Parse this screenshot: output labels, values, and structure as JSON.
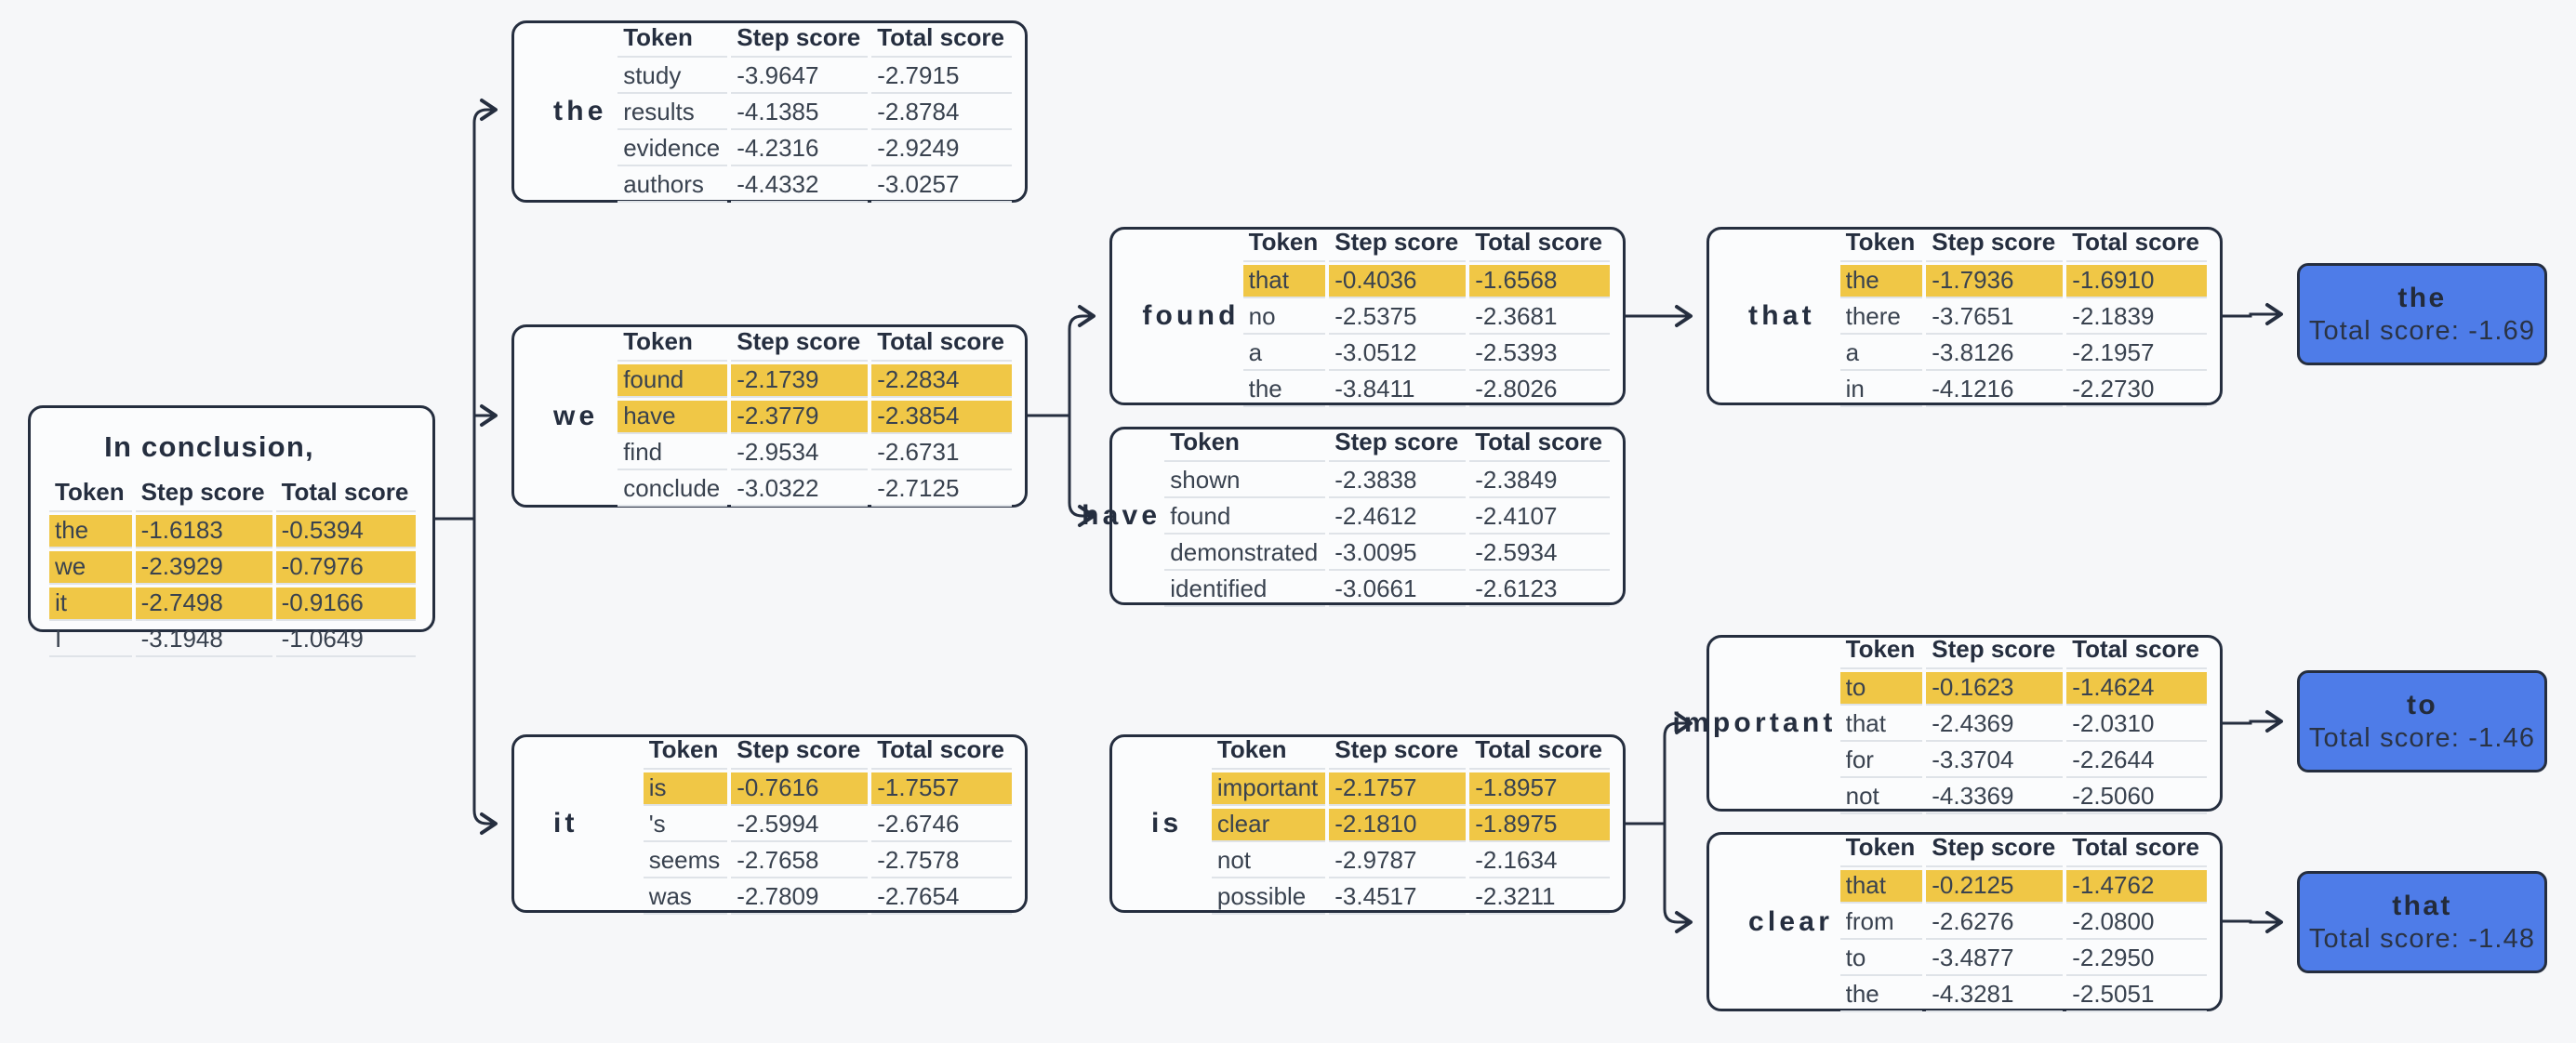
{
  "table_headers": [
    "Token",
    "Step score",
    "Total score"
  ],
  "colors": {
    "background": "#f6f7f9",
    "node_background": "#fbfcfd",
    "node_border": "#252e3f",
    "highlight_yellow": "#f0c746",
    "final_node_blue": "#4e7ce8",
    "underline_gray": "#dfe3e8"
  },
  "nodes": [
    {
      "key": "root",
      "title": "In conclusion,",
      "rows": [
        {
          "token": "the",
          "step": "-1.6183",
          "total": "-0.5394",
          "highlighted": true
        },
        {
          "token": "we",
          "step": "-2.3929",
          "total": "-0.7976",
          "highlighted": true
        },
        {
          "token": "it",
          "step": "-2.7498",
          "total": "-0.9166",
          "highlighted": true
        },
        {
          "token": "I",
          "step": "-3.1948",
          "total": "-1.0649",
          "highlighted": false
        }
      ]
    },
    {
      "key": "the",
      "label": "the",
      "rows": [
        {
          "token": "study",
          "step": "-3.9647",
          "total": "-2.7915",
          "highlighted": false
        },
        {
          "token": "results",
          "step": "-4.1385",
          "total": "-2.8784",
          "highlighted": false
        },
        {
          "token": "evidence",
          "step": "-4.2316",
          "total": "-2.9249",
          "highlighted": false
        },
        {
          "token": "authors",
          "step": "-4.4332",
          "total": "-3.0257",
          "highlighted": false
        }
      ]
    },
    {
      "key": "we",
      "label": "we",
      "rows": [
        {
          "token": "found",
          "step": "-2.1739",
          "total": "-2.2834",
          "highlighted": true
        },
        {
          "token": "have",
          "step": "-2.3779",
          "total": "-2.3854",
          "highlighted": true
        },
        {
          "token": "find",
          "step": "-2.9534",
          "total": "-2.6731",
          "highlighted": false
        },
        {
          "token": "conclude",
          "step": "-3.0322",
          "total": "-2.7125",
          "highlighted": false
        }
      ]
    },
    {
      "key": "it",
      "label": "it",
      "rows": [
        {
          "token": "is",
          "step": "-0.7616",
          "total": "-1.7557",
          "highlighted": true
        },
        {
          "token": "'s",
          "step": "-2.5994",
          "total": "-2.6746",
          "highlighted": false
        },
        {
          "token": "seems",
          "step": "-2.7658",
          "total": "-2.7578",
          "highlighted": false
        },
        {
          "token": "was",
          "step": "-2.7809",
          "total": "-2.7654",
          "highlighted": false
        }
      ]
    },
    {
      "key": "found",
      "label": "found",
      "rows": [
        {
          "token": "that",
          "step": "-0.4036",
          "total": "-1.6568",
          "highlighted": true
        },
        {
          "token": "no",
          "step": "-2.5375",
          "total": "-2.3681",
          "highlighted": false
        },
        {
          "token": "a",
          "step": "-3.0512",
          "total": "-2.5393",
          "highlighted": false
        },
        {
          "token": "the",
          "step": "-3.8411",
          "total": "-2.8026",
          "highlighted": false
        }
      ]
    },
    {
      "key": "have",
      "label": "have",
      "rows": [
        {
          "token": "shown",
          "step": "-2.3838",
          "total": "-2.3849",
          "highlighted": false
        },
        {
          "token": "found",
          "step": "-2.4612",
          "total": "-2.4107",
          "highlighted": false
        },
        {
          "token": "demonstrated",
          "step": "-3.0095",
          "total": "-2.5934",
          "highlighted": false
        },
        {
          "token": "identified",
          "step": "-3.0661",
          "total": "-2.6123",
          "highlighted": false
        }
      ]
    },
    {
      "key": "is",
      "label": "is",
      "rows": [
        {
          "token": "important",
          "step": "-2.1757",
          "total": "-1.8957",
          "highlighted": true
        },
        {
          "token": "clear",
          "step": "-2.1810",
          "total": "-1.8975",
          "highlighted": true
        },
        {
          "token": "not",
          "step": "-2.9787",
          "total": "-2.1634",
          "highlighted": false
        },
        {
          "token": "possible",
          "step": "-3.4517",
          "total": "-2.3211",
          "highlighted": false
        }
      ]
    },
    {
      "key": "that",
      "label": "that",
      "rows": [
        {
          "token": "the",
          "step": "-1.7936",
          "total": "-1.6910",
          "highlighted": true
        },
        {
          "token": "there",
          "step": "-3.7651",
          "total": "-2.1839",
          "highlighted": false
        },
        {
          "token": "a",
          "step": "-3.8126",
          "total": "-2.1957",
          "highlighted": false
        },
        {
          "token": "in",
          "step": "-4.1216",
          "total": "-2.2730",
          "highlighted": false
        }
      ]
    },
    {
      "key": "important",
      "label": "important",
      "rows": [
        {
          "token": "to",
          "step": "-0.1623",
          "total": "-1.4624",
          "highlighted": true
        },
        {
          "token": "that",
          "step": "-2.4369",
          "total": "-2.0310",
          "highlighted": false
        },
        {
          "token": "for",
          "step": "-3.3704",
          "total": "-2.2644",
          "highlighted": false
        },
        {
          "token": "not",
          "step": "-4.3369",
          "total": "-2.5060",
          "highlighted": false
        }
      ]
    },
    {
      "key": "clear",
      "label": "clear",
      "rows": [
        {
          "token": "that",
          "step": "-0.2125",
          "total": "-1.4762",
          "highlighted": true
        },
        {
          "token": "from",
          "step": "-2.6276",
          "total": "-2.0800",
          "highlighted": false
        },
        {
          "token": "to",
          "step": "-3.4877",
          "total": "-2.2950",
          "highlighted": false
        },
        {
          "token": "the",
          "step": "-4.3281",
          "total": "-2.5051",
          "highlighted": false
        }
      ]
    }
  ],
  "final_nodes": [
    {
      "key": "the",
      "label": "the",
      "score": "Total score: -1.69"
    },
    {
      "key": "to",
      "label": "to",
      "score": "Total score: -1.46"
    },
    {
      "key": "that",
      "label": "that",
      "score": "Total score: -1.48"
    }
  ]
}
